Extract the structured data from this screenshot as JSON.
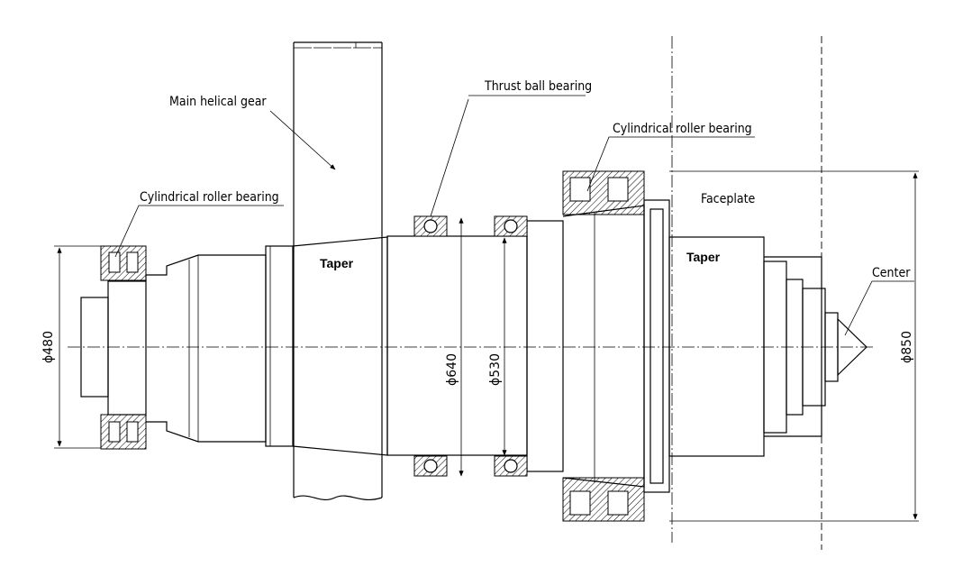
{
  "labels": {
    "main_helical_gear": "Main helical gear",
    "thrust_ball_bearing": "Thrust ball bearing",
    "cylindrical_roller_bearing_right": "Cylindrical roller bearing",
    "cylindrical_roller_bearing_left": "Cylindrical roller bearing",
    "faceplate": "Faceplate",
    "taper_left": "Taper",
    "taper_right": "Taper",
    "center": "Center"
  },
  "dimensions": {
    "d480": "ϕ480",
    "d640": "ϕ640",
    "d530": "ϕ530",
    "d850": "ϕ850"
  }
}
